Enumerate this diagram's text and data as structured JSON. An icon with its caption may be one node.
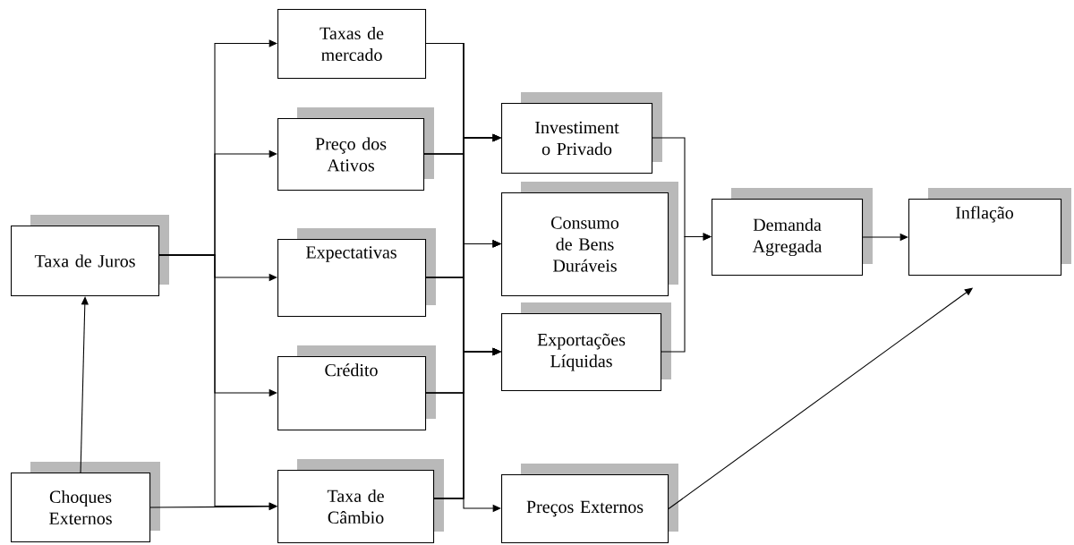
{
  "diagram": {
    "nodes": [
      {
        "text": [
          "Taxa de Juros"
        ]
      },
      {
        "text": [
          "Choques Externos"
        ]
      },
      {
        "text": [
          "Taxas de mercado"
        ]
      },
      {
        "text": [
          "Preço dos Ativos"
        ]
      },
      {
        "text": [
          "Expectativas"
        ]
      },
      {
        "text": [
          "Crédito"
        ]
      },
      {
        "text": [
          "Taxa de Câmbio"
        ]
      },
      {
        "text": [
          "Investiment o Privado"
        ]
      },
      {
        "text": [
          "Consumo de Bens Duráveis"
        ]
      },
      {
        "text": [
          "Exportações Líquidas"
        ]
      },
      {
        "text": [
          "Demanda Agregada"
        ]
      },
      {
        "text": [
          "Inflação"
        ]
      },
      {
        "text": [
          "Preços Externos"
        ]
      }
    ],
    "edges": [
      {
        "from": 1,
        "to": 0,
        "arrow": "to"
      },
      {
        "from": 0,
        "to": 2,
        "arrow": "to"
      },
      {
        "from": 0,
        "to": 3,
        "arrow": "to"
      },
      {
        "from": 0,
        "to": 4,
        "arrow": "to"
      },
      {
        "from": 0,
        "to": 5,
        "arrow": "to"
      },
      {
        "from": 0,
        "to": 6,
        "arrow": "to"
      },
      {
        "from": 1,
        "to": 6,
        "arrow": "to"
      },
      {
        "from": 2,
        "to": 7,
        "arrow": "to"
      },
      {
        "from": 2,
        "to": 8,
        "arrow": "to"
      },
      {
        "from": 2,
        "to": 9,
        "arrow": "to"
      },
      {
        "from": 3,
        "to": 7,
        "arrow": "to"
      },
      {
        "from": 3,
        "to": 8,
        "arrow": "to"
      },
      {
        "from": 3,
        "to": 9,
        "arrow": "to"
      },
      {
        "from": 4,
        "to": 7,
        "arrow": "to"
      },
      {
        "from": 4,
        "to": 8,
        "arrow": "to"
      },
      {
        "from": 4,
        "to": 9,
        "arrow": "to"
      },
      {
        "from": 5,
        "to": 7,
        "arrow": "to"
      },
      {
        "from": 5,
        "to": 8,
        "arrow": "to"
      },
      {
        "from": 5,
        "to": 9,
        "arrow": "to"
      },
      {
        "from": 6,
        "to": 7,
        "arrow": "to"
      },
      {
        "from": 6,
        "to": 8,
        "arrow": "to"
      },
      {
        "from": 6,
        "to": 9,
        "arrow": "to"
      },
      {
        "from": 6,
        "to": 12,
        "arrow": "to"
      },
      {
        "from": 7,
        "to": 10,
        "arrow": "to"
      },
      {
        "from": 9,
        "to": 10,
        "arrow": "to"
      },
      {
        "from": 10,
        "to": 11,
        "arrow": "to"
      },
      {
        "from": 12,
        "to": 11,
        "arrow": "to"
      }
    ]
  }
}
